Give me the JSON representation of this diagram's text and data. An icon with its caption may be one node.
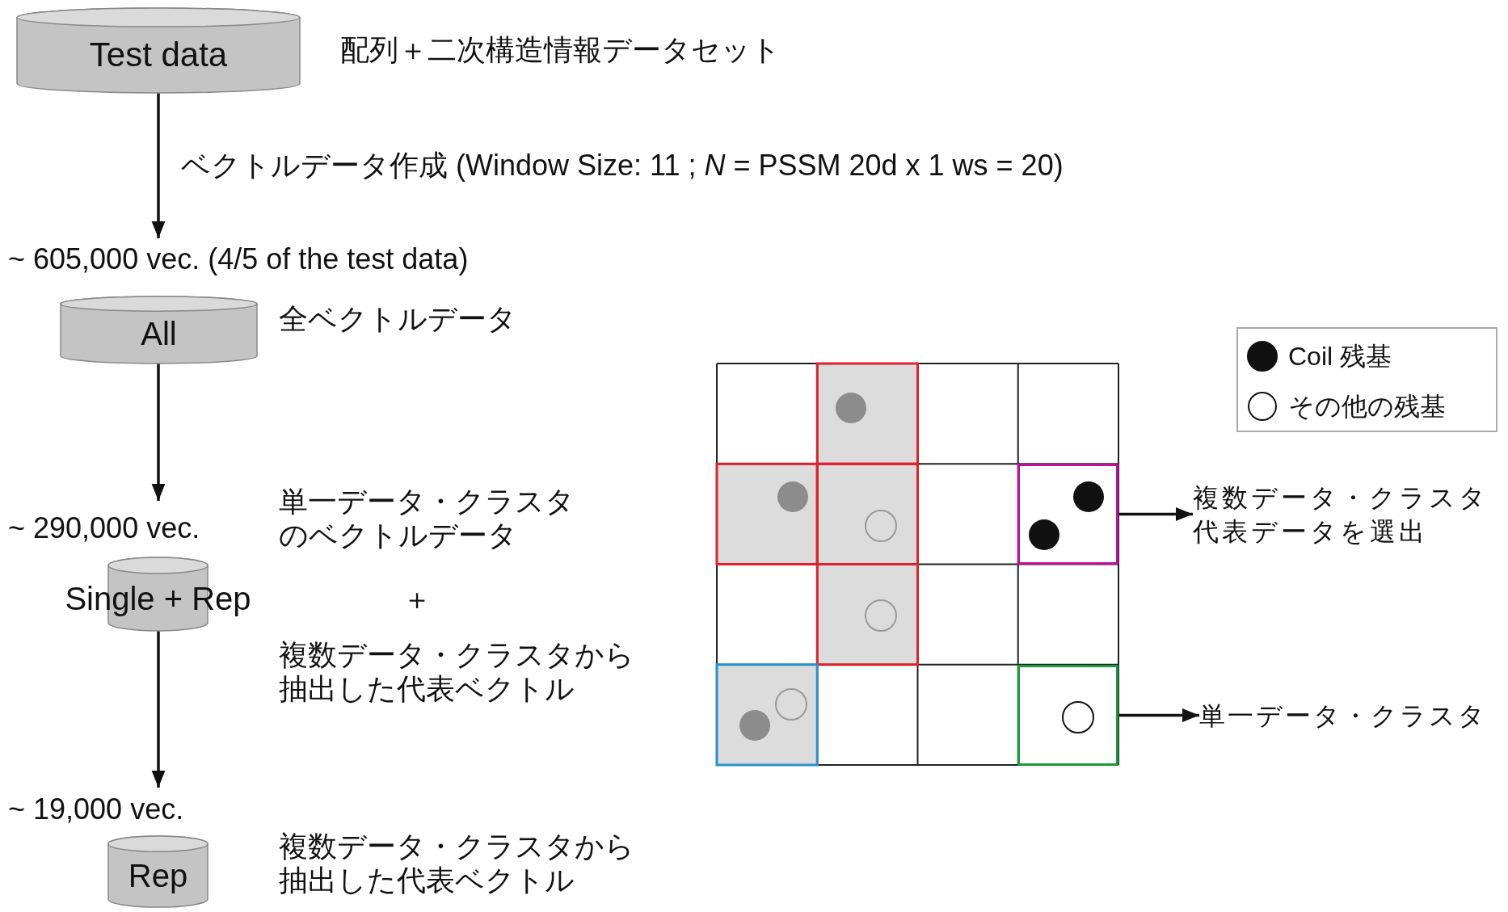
{
  "diagram": {
    "nodes": [
      {
        "text": [
          "Test data"
        ],
        "beside": [
          "配列＋二次構造情報データセット"
        ]
      },
      {
        "text": [
          "All"
        ],
        "beside": [
          "~ 605,000 vec. (4/5 of the test data)",
          "全ベクトルデータ"
        ]
      },
      {
        "text": [
          "Single + Rep"
        ],
        "beside": [
          "~ 290,000 vec.",
          "単一データ・クラスタのベクトルデータ",
          "＋",
          "複数データ・クラスタから抽出した代表ベクトル"
        ]
      },
      {
        "text": [
          "Rep"
        ],
        "beside": [
          "~ 19,000 vec.",
          "複数データ・クラスタから抽出した代表ベクトル"
        ]
      },
      {
        "text": [],
        "shape": "box"
      },
      {
        "text": [
          "複数データ・クラスタ代表データを選出"
        ]
      },
      {
        "text": [],
        "shape": "box"
      },
      {
        "text": [
          "単一データ・クラスタ"
        ]
      }
    ],
    "edges": [
      {
        "from": 0,
        "to": 1,
        "arrow": "to",
        "label": "ベクトルデータ作成 (Window Size: 11 ; *N* = PSSM 20d x 1 ws = 20)"
      },
      {
        "from": 1,
        "to": 2,
        "arrow": "to"
      },
      {
        "from": 2,
        "to": 3,
        "arrow": "to"
      },
      {
        "from": 4,
        "to": 5,
        "arrow": "to"
      },
      {
        "from": 6,
        "to": 7,
        "arrow": "to"
      }
    ],
    "legend": [
      {
        "text": "Coil 残基"
      },
      {
        "text": "その他の残基"
      }
    ]
  }
}
